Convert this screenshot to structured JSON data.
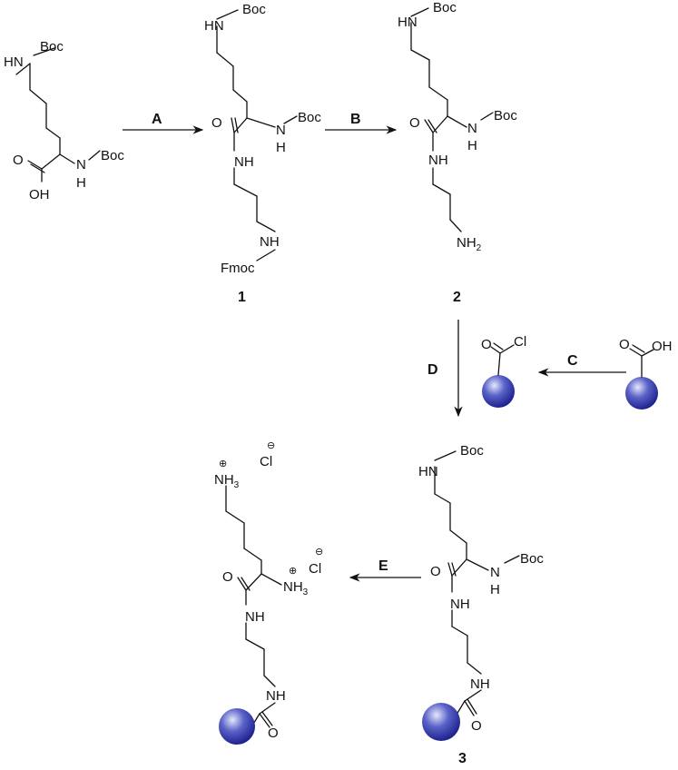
{
  "labels": {
    "boc": "Boc",
    "fmoc": "Fmoc",
    "hn": "HN",
    "nh": "NH",
    "n": "N",
    "h": "H",
    "o": "O",
    "oh": "OH",
    "cl": "Cl",
    "nh2_main": "NH",
    "nh2_sub": "2",
    "nh3_main": "NH",
    "nh3_sub": "3",
    "plus": "⊕",
    "minus": "⊖"
  },
  "steps": {
    "A": "A",
    "B": "B",
    "C": "C",
    "D": "D",
    "E": "E"
  },
  "compounds": {
    "c1": "1",
    "c2": "2",
    "c3": "3"
  },
  "colors": {
    "bead_dark": "#1c1f8c",
    "bead_mid": "#5a63c8",
    "bead_light": "#e6e8fb"
  }
}
